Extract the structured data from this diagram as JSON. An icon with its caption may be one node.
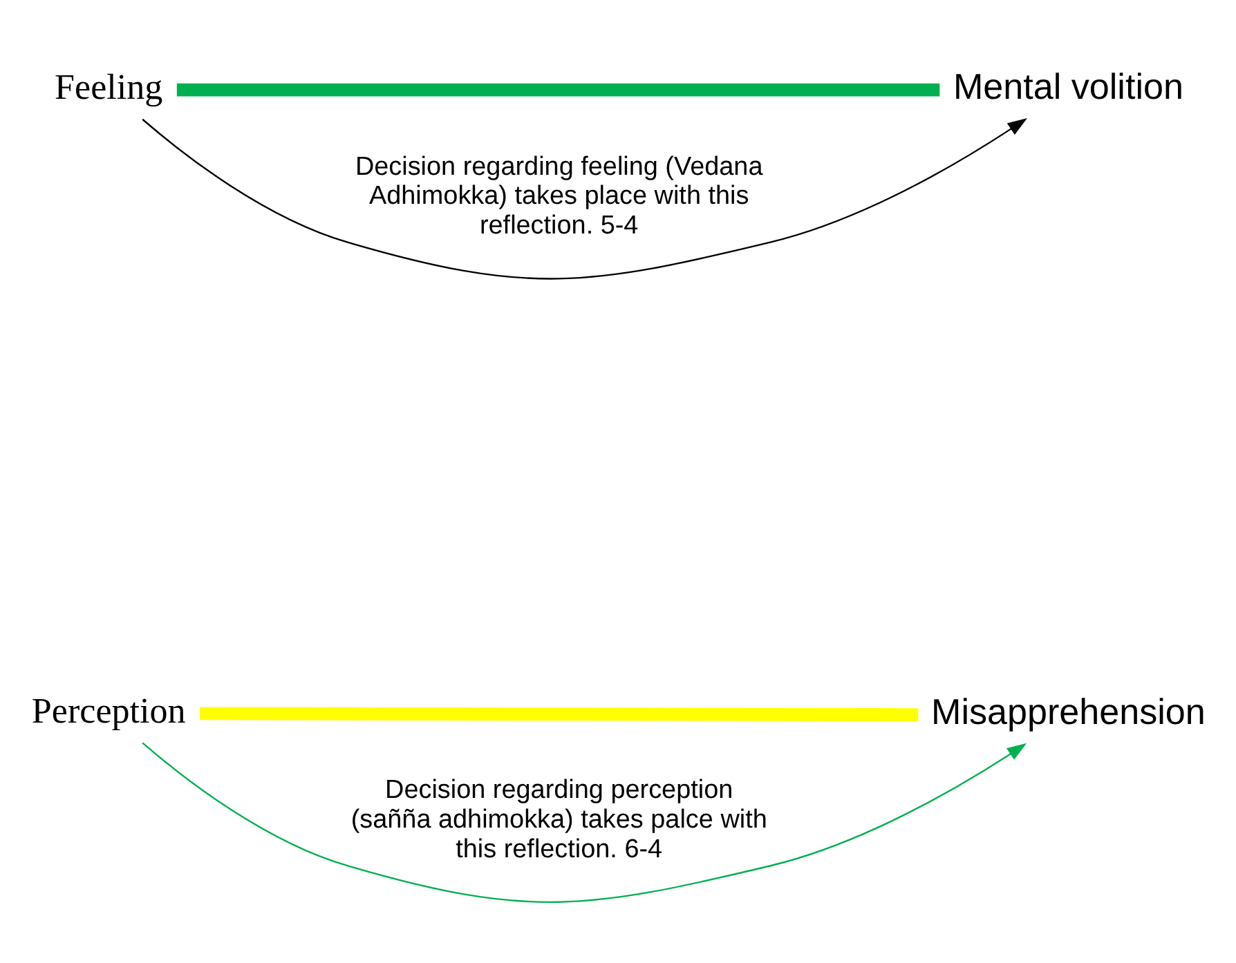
{
  "diagram": {
    "nodes": [
      {
        "text": [
          "Perception"
        ]
      },
      {
        "text": [
          "Mental volition"
        ]
      },
      {
        "text": [
          "Feeling"
        ]
      },
      {
        "text": [
          "Misapprehension"
        ]
      }
    ],
    "edges": [
      {
        "from": 0,
        "to": 3,
        "arrow": "none",
        "style": "thick",
        "color": "#ffff00"
      },
      {
        "from": 2,
        "to": 1,
        "arrow": "none",
        "style": "thick",
        "color": "#00b050"
      },
      {
        "from": 2,
        "to": 1,
        "arrow": "to",
        "color": "#000000",
        "label": "Decision regarding feeling (Vedana Adhimokka) takes place with this reflection. 5-4"
      },
      {
        "from": 0,
        "to": 3,
        "arrow": "to",
        "color": "#00b050",
        "label": "Decision regarding perception (sañña adhimokka) takes palce with this reflection. 6-4"
      }
    ]
  }
}
